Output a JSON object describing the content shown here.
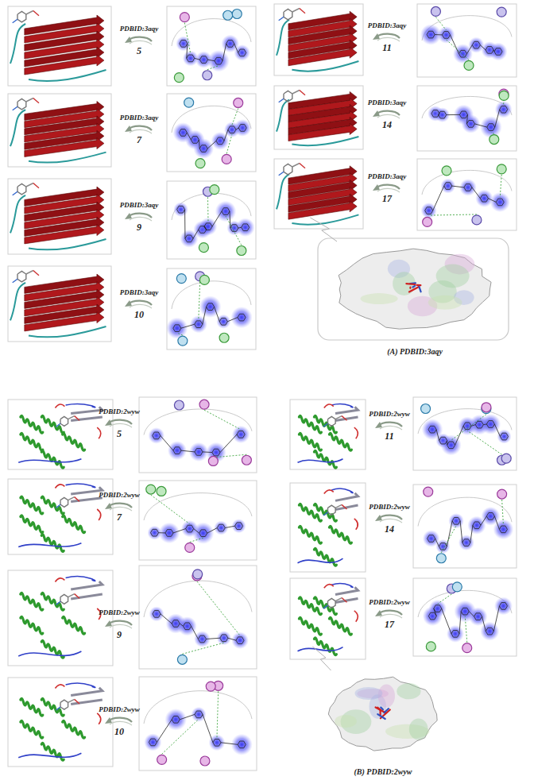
{
  "diagram": {
    "labels": [
      "PDBID:3aqy",
      "5",
      "PDBID:3aqy",
      "7",
      "PDBID:3aqy",
      "9",
      "PDBID:3aqy",
      "10",
      "PDBID:3aqy",
      "11",
      "PDBID:3aqy",
      "14",
      "PDBID:3aqy",
      "17",
      "(A) PDBID:3aqy",
      "PDBID:2wyw",
      "5",
      "PDBID:2wyw",
      "7",
      "PDBID:2wyw",
      "9",
      "PDBID:2wyw",
      "10",
      "PDBID:2wyw",
      "11",
      "PDBID:2wyw",
      "14",
      "PDBID:2wyw",
      "17",
      "(B) PDBID:2wyw"
    ]
  }
}
